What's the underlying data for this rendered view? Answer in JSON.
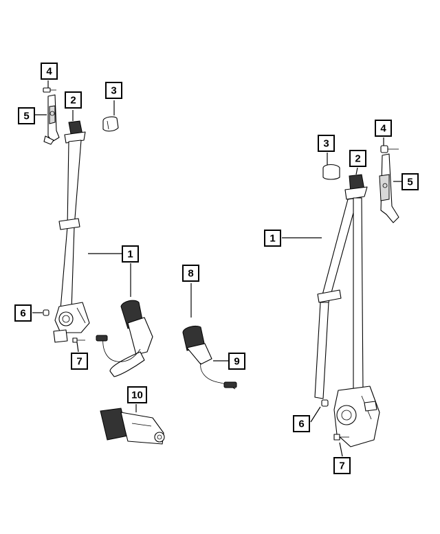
{
  "callouts": {
    "c1_left": "1",
    "c2_left": "2",
    "c3_left": "3",
    "c4_left": "4",
    "c5_left": "5",
    "c6_left": "6",
    "c7_left": "7",
    "c8": "8",
    "c9": "9",
    "c10": "10",
    "c1_right": "1",
    "c2_right": "2",
    "c3_right": "3",
    "c4_right": "4",
    "c5_right": "5",
    "c6_right": "6",
    "c7_right": "7"
  }
}
